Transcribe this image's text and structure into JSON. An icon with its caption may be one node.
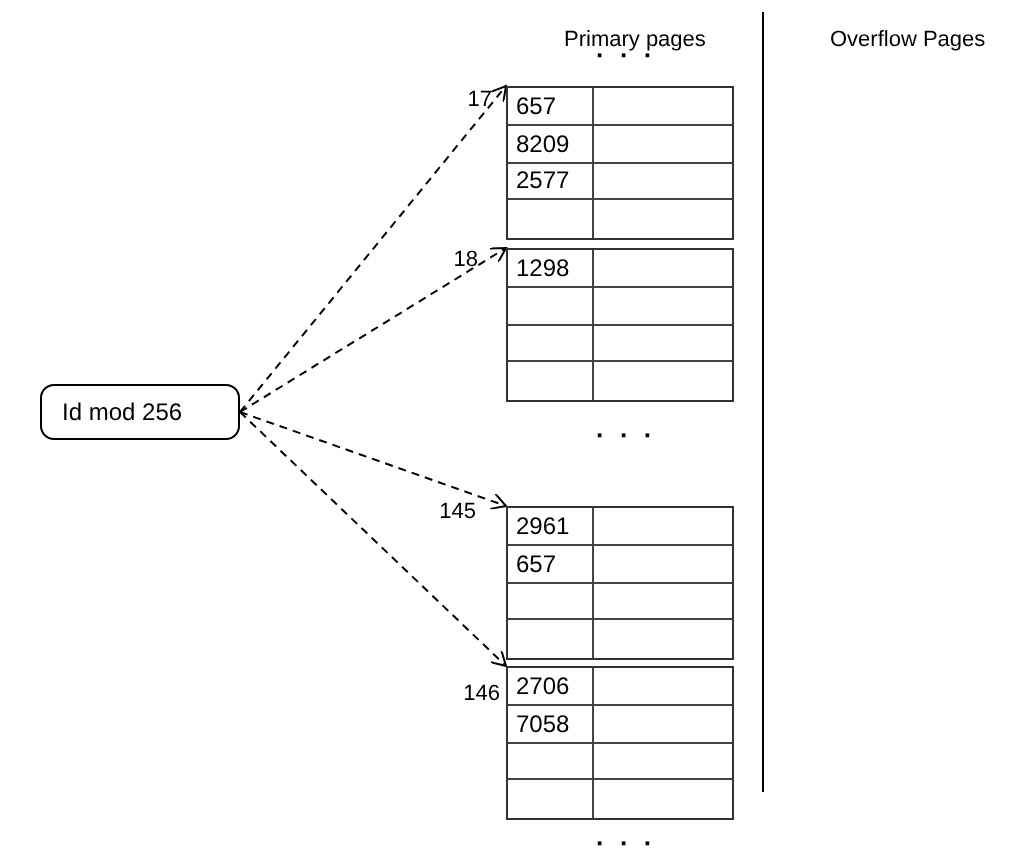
{
  "diagram": {
    "nodes": [
      {
        "text": [
          "Id mod 256"
        ]
      },
      {
        "text": [
          "657",
          "8209",
          "2577"
        ],
        "beside": [
          "17"
        ]
      },
      {
        "text": [
          "1298"
        ],
        "beside": [
          "18"
        ]
      },
      {
        "text": [
          "2961",
          "657"
        ],
        "beside": [
          "145"
        ]
      },
      {
        "text": [
          "2706",
          "7058"
        ],
        "beside": [
          "146"
        ]
      }
    ],
    "edges": [
      {
        "from": 0,
        "to": 1,
        "arrow": "to",
        "style": "dashed"
      },
      {
        "from": 0,
        "to": 2,
        "arrow": "to",
        "style": "dashed"
      },
      {
        "from": 0,
        "to": 3,
        "arrow": "to",
        "style": "dashed"
      },
      {
        "from": 0,
        "to": 4,
        "arrow": "to",
        "style": "dashed"
      }
    ],
    "labels": [
      "Primary pages",
      "Overflow Pages",
      "· · ·",
      "· · ·",
      "· · ·"
    ]
  }
}
